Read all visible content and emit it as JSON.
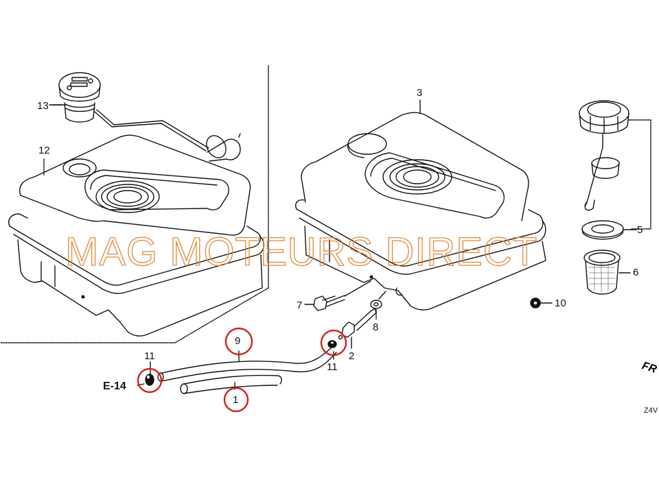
{
  "diagram": {
    "type": "exploded-parts-diagram",
    "subject": "fuel tank assembly",
    "watermark": "MAG MOTEURS DIRECT",
    "reference_code": "Z4V",
    "direction_marker": "FR",
    "cross_reference": "E-14",
    "highlight_color": "#d42020",
    "watermark_color": "#e08a3a",
    "callouts": [
      {
        "id": "1",
        "part": "fuel tube (short)",
        "highlighted": true
      },
      {
        "id": "2",
        "part": "fuel cock / strainer",
        "highlighted": false
      },
      {
        "id": "3",
        "part": "fuel tank",
        "highlighted": false
      },
      {
        "id": "5",
        "part": "packing / gasket",
        "highlighted": false
      },
      {
        "id": "6",
        "part": "fuel strainer cup",
        "highlighted": false
      },
      {
        "id": "7",
        "part": "flange bolt",
        "highlighted": false
      },
      {
        "id": "8",
        "part": "washer",
        "highlighted": false
      },
      {
        "id": "9",
        "part": "fuel tube (long)",
        "highlighted": true
      },
      {
        "id": "10",
        "part": "nut",
        "highlighted": false
      },
      {
        "id": "11a",
        "label": "11",
        "part": "tube clip (left)",
        "highlighted": true
      },
      {
        "id": "11b",
        "label": "11",
        "part": "tube clip (right)",
        "highlighted": true
      },
      {
        "id": "12",
        "part": "fuel tank (with gauge)",
        "highlighted": false
      },
      {
        "id": "13",
        "part": "fuel gauge",
        "highlighted": false
      }
    ]
  },
  "labels": {
    "l1": "1",
    "l2": "2",
    "l3": "3",
    "l5": "5",
    "l6": "6",
    "l7": "7",
    "l8": "8",
    "l9": "9",
    "l10": "10",
    "l11a": "11",
    "l11b": "11",
    "l12": "12",
    "l13": "13",
    "e14": "E-14",
    "fr": "FR",
    "code": "Z4V"
  }
}
